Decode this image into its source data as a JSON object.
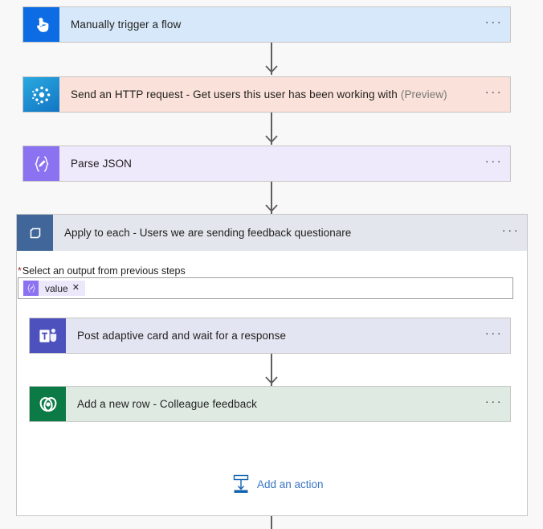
{
  "flow": {
    "nodes": [
      {
        "id": "trigger",
        "title": "Manually trigger a flow",
        "preview": "",
        "icon": "touch-hand-icon",
        "icon_color": "#0D6CE4",
        "card_color": "#D6E8FA"
      },
      {
        "id": "http-request",
        "title": "Send an HTTP request - Get users this user has been working with",
        "preview": "(Preview)",
        "icon": "graph-dots-icon",
        "icon_color": "#1275C4",
        "card_color": "#FAE1D9"
      },
      {
        "id": "parse-json",
        "title": "Parse JSON",
        "preview": "",
        "icon": "json-braces-pencil-icon",
        "icon_color": "#8B72F0",
        "card_color": "#EFE9FC"
      }
    ],
    "scope": {
      "id": "apply-to-each",
      "title": "Apply to each - Users we are sending feedback questionare",
      "icon": "loop-arrow-icon",
      "icon_color": "#41679A",
      "header_color": "#E3E7ED",
      "field": {
        "required_marker": "*",
        "label": "Select an output from previous steps",
        "token": {
          "label": "value",
          "remove": "✕",
          "icon": "json-braces-pencil-icon"
        }
      },
      "children": [
        {
          "id": "teams-adaptive-card",
          "title": "Post adaptive card and wait for a response",
          "preview": "",
          "icon": "microsoft-teams-icon",
          "icon_color": "#4C51BE",
          "card_color": "#E4E5F2"
        },
        {
          "id": "dataverse-add-row",
          "title": "Add a new row - Colleague feedback",
          "preview": "",
          "icon": "dataverse-rings-icon",
          "icon_color": "#0B7A45",
          "card_color": "#DFEBE2"
        }
      ],
      "add_action": {
        "label": "Add an action",
        "icon": "insert-action-icon",
        "color": "#3A76C4"
      }
    },
    "overflow_menu_label": "···"
  }
}
